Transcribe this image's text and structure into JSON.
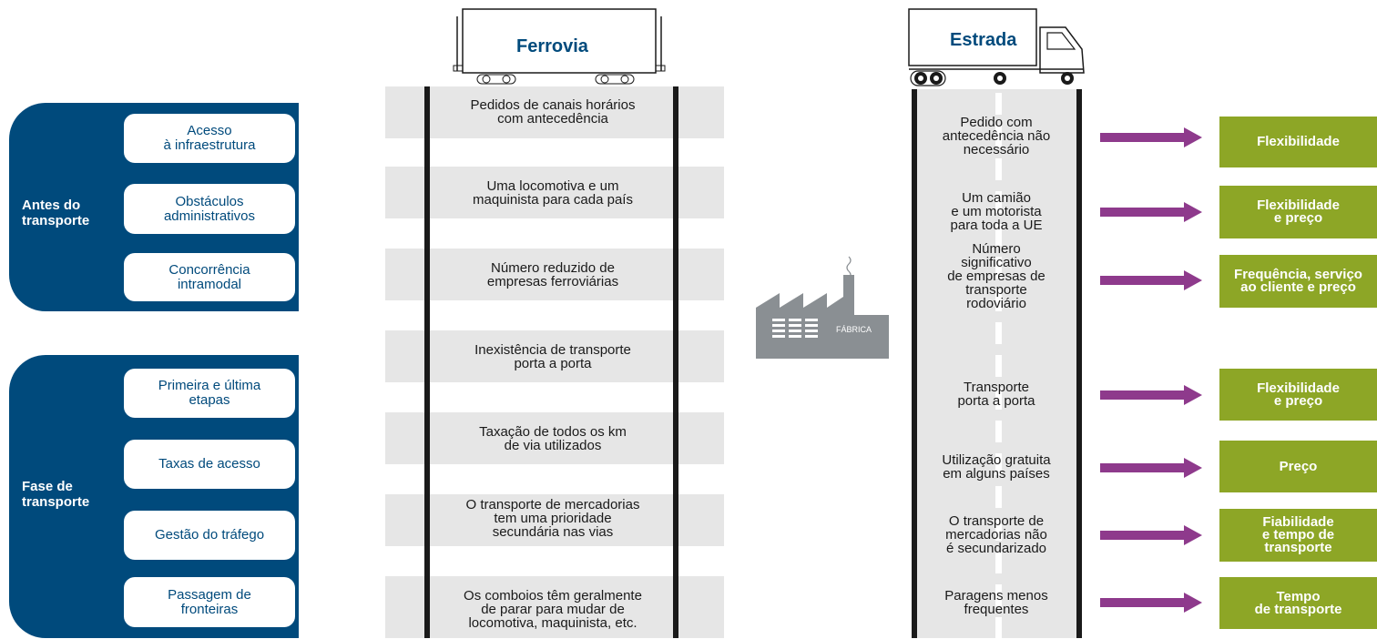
{
  "left_groups": [
    {
      "title": "Antes do\ntransporte",
      "items": [
        "Acesso\nà infraestrutura",
        "Obstáculos\nadministrativos",
        "Concorrência\nintramodal"
      ]
    },
    {
      "title": "Fase de\ntransporte",
      "items": [
        "Primeira e última\netapas",
        "Taxas de acesso",
        "Gestão do tráfego",
        "Passagem de\nfronteiras"
      ]
    }
  ],
  "rail": {
    "title": "Ferrovia",
    "items": [
      "Pedidos de canais horários\ncom antecedência",
      "Uma locomotiva e um\nmaquinista para cada país",
      "Número reduzido de\nempresas ferroviárias",
      "Inexistência de transporte\nporta a porta",
      "Taxação de todos os km\nde via utilizados",
      "O transporte de mercadorias\ntem uma prioridade\nsecundária nas vias",
      "Os comboios têm geralmente\nde parar para mudar de\nlocomotiva, maquinista, etc."
    ]
  },
  "factory": {
    "label": "FÁBRICA"
  },
  "road": {
    "title": "Estrada",
    "items": [
      "Pedido com\nantecedência não\nnecessário",
      "Um camião\ne um motorista\npara toda a UE",
      "Número\nsignificativo\nde empresas de\ntransporte\nrodoviário",
      "Transporte\nporta a porta",
      "Utilização gratuita\nem alguns países",
      "O transporte de\nmercadorias não\né secundarizado",
      "Paragens menos\nfrequentes"
    ]
  },
  "benefits": [
    "Flexibilidade",
    "Flexibilidade\ne preço",
    "Frequência, serviço\nao cliente e preço",
    "Flexibilidade\ne preço",
    "Preço",
    "Fiabilidade\ne tempo de\ntransporte",
    "Tempo\nde transporte"
  ],
  "colors": {
    "blue": "#004a7c",
    "green": "#8da626",
    "arrow": "#8e3a8c",
    "grey": "#e6e6e6"
  }
}
